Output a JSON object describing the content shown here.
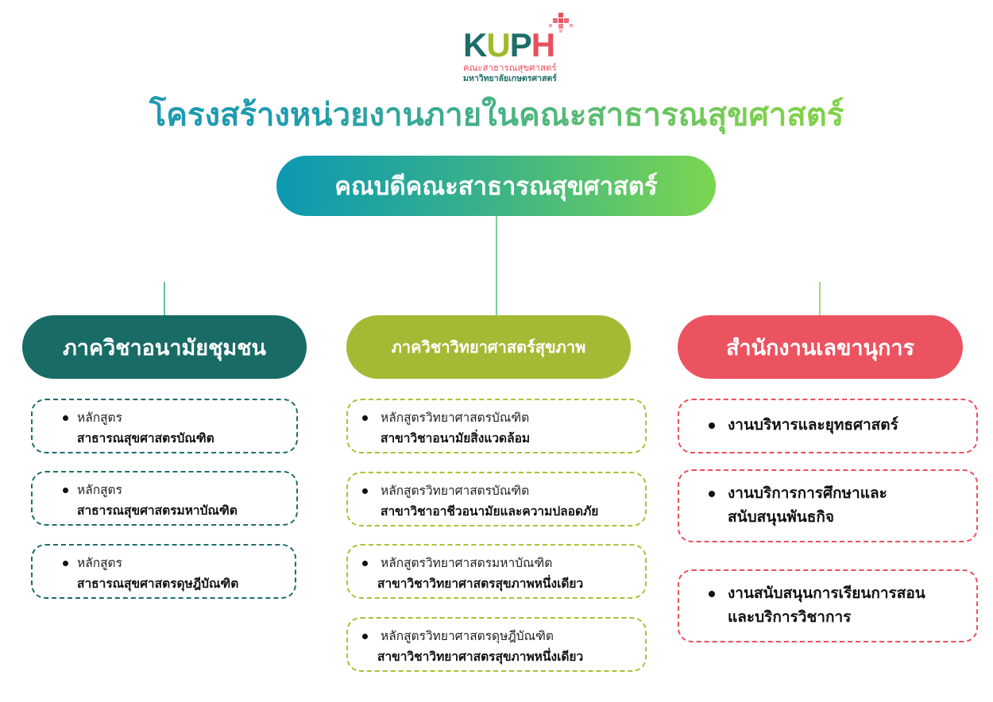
{
  "logo": {
    "letters": [
      "K",
      "U",
      "P",
      "H"
    ],
    "line1": "คณะสาธารณสุขศาสตร์",
    "line2": "มหาวิทยาลัยเกษตรศาสตร์",
    "colors": {
      "teal": "#1d6e6a",
      "olive": "#9fbb2b",
      "red": "#e9505e"
    }
  },
  "title": "โครงสร้างหน่วยงานภายในคณะสาธารณสุขศาสตร์",
  "dean": {
    "label": "คณบดีคณะสาธารณสุขศาสตร์"
  },
  "branches": [
    {
      "label": "ภาควิชาอนามัยชุมชน",
      "color": "#196b66",
      "items": [
        {
          "line1": "หลักสูตร",
          "line2": "สาธารณสุขศาสตรบัณฑิต"
        },
        {
          "line1": "หลักสูตร",
          "line2": "สาธารณสุขศาสตรมหาบัณฑิต"
        },
        {
          "line1": "หลักสูตร",
          "line2": "สาธารณสุขศาสตรดุษฎีบัณฑิต"
        }
      ]
    },
    {
      "label": "ภาควิชาวิทยาศาสตร์สุขภาพ",
      "color": "#a6b935",
      "items": [
        {
          "line1": "หลักสูตรวิทยาศาสตรบัณฑิต",
          "line2": "สาขาวิชาอนามัยสิ่งแวดล้อม"
        },
        {
          "line1": "หลักสูตรวิทยาศาสตรบัณฑิต",
          "line2": "สาขาวิชาอาชีวอนามัยและความปลอดภัย"
        },
        {
          "line1": "หลักสูตรวิทยาศาสตรมหาบัณฑิต",
          "line2": "สาขาวิชาวิทยาศาสตรสุขภาพหนึ่งเดียว"
        },
        {
          "line1": "หลักสูตรวิทยาศาสตรดุษฎีบัณฑิต",
          "line2": "สาขาวิชาวิทยาศาสตรสุขภาพหนึ่งเดียว"
        }
      ]
    },
    {
      "label": "สำนักงานเลขานุการ",
      "color": "#ec5361",
      "items": [
        {
          "line1": "งานบริหารและยุทธศาสตร์",
          "line2": ""
        },
        {
          "line1": "งานบริการการศึกษาและ",
          "line2": "สนับสนุนพันธกิจ"
        },
        {
          "line1": "งานสนับสนุนการเรียนการสอน",
          "line2": "และบริการวิชาการ"
        }
      ]
    }
  ]
}
